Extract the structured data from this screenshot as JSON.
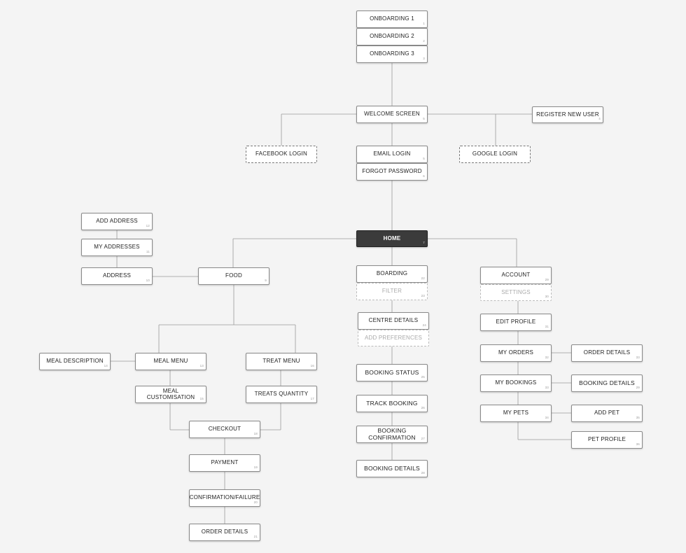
{
  "colors": {
    "background": "#f4f4f4",
    "node_fill": "#ffffff",
    "home_fill": "#3b3b3b",
    "connector": "#9a9a9a"
  },
  "nodes": [
    {
      "id": "onboarding-1",
      "label": "ONBOARDING 1",
      "num": "1"
    },
    {
      "id": "onboarding-2",
      "label": "ONBOARDING 2",
      "num": "2"
    },
    {
      "id": "onboarding-3",
      "label": "ONBOARDING 3",
      "num": "3"
    },
    {
      "id": "welcome-screen",
      "label": "WELCOME SCREEN",
      "num": "5"
    },
    {
      "id": "register-new-user",
      "label": "REGISTER NEW USER",
      "num": "4"
    },
    {
      "id": "facebook-login",
      "label": "FACEBOOK LOGIN",
      "num": ""
    },
    {
      "id": "email-login",
      "label": "EMAIL LOGIN",
      "num": "5"
    },
    {
      "id": "forgot-password",
      "label": "FORGOT PASSWORD",
      "num": "6"
    },
    {
      "id": "google-login",
      "label": "GOOGLE LOGIN",
      "num": ""
    },
    {
      "id": "home",
      "label": "HOME",
      "num": "7"
    },
    {
      "id": "add-address",
      "label": "ADD  ADDRESS",
      "num": "12"
    },
    {
      "id": "my-addresses",
      "label": "MY ADDRESSES",
      "num": "11"
    },
    {
      "id": "address",
      "label": "ADDRESS",
      "num": "10"
    },
    {
      "id": "food",
      "label": "FOOD",
      "num": "9"
    },
    {
      "id": "boarding",
      "label": "BOARDING",
      "num": "22"
    },
    {
      "id": "filter",
      "label": "FILTER",
      "num": "23"
    },
    {
      "id": "account",
      "label": "ACCOUNT",
      "num": "29"
    },
    {
      "id": "settings",
      "label": "SETTINGS",
      "num": "30"
    },
    {
      "id": "centre-details",
      "label": "CENTRE DETAILS",
      "num": "24"
    },
    {
      "id": "add-preferences",
      "label": "ADD PREFERENCES",
      "num": ""
    },
    {
      "id": "edit-profile",
      "label": "EDIT PROFILE",
      "num": "31"
    },
    {
      "id": "meal-description",
      "label": "MEAL DESCRIPTION",
      "num": "14"
    },
    {
      "id": "meal-menu",
      "label": "MEAL MENU",
      "num": "13"
    },
    {
      "id": "treat-menu",
      "label": "TREAT MENU",
      "num": "16"
    },
    {
      "id": "my-orders",
      "label": "MY ORDERS",
      "num": "32"
    },
    {
      "id": "order-details-account",
      "label": "ORDER DETAILS",
      "num": "33"
    },
    {
      "id": "booking-status",
      "label": "BOOKING STATUS",
      "num": "25"
    },
    {
      "id": "my-bookings",
      "label": "MY BOOKINGS",
      "num": "33"
    },
    {
      "id": "booking-details-account",
      "label": "BOOKING DETAILS",
      "num": "29"
    },
    {
      "id": "meal-customisation",
      "label": "MEAL CUSTOMISATION",
      "num": "15"
    },
    {
      "id": "treats-quantity",
      "label": "TREATS QUANTITY",
      "num": "17"
    },
    {
      "id": "track-booking",
      "label": "TRACK BOOKING",
      "num": "26"
    },
    {
      "id": "my-pets",
      "label": "MY PETS",
      "num": "34"
    },
    {
      "id": "add-pet",
      "label": "ADD PET",
      "num": "35"
    },
    {
      "id": "checkout",
      "label": "CHECKOUT",
      "num": "18"
    },
    {
      "id": "booking-confirmation",
      "label": "BOOKING CONFIRMATION",
      "num": "27"
    },
    {
      "id": "pet-profile",
      "label": "PET PROFILE",
      "num": "36"
    },
    {
      "id": "payment",
      "label": "PAYMENT",
      "num": "19"
    },
    {
      "id": "booking-details",
      "label": "BOOKING DETAILS",
      "num": "28"
    },
    {
      "id": "confirmation-failure",
      "label": "CONFIRMATION/FAILURE",
      "num": "20"
    },
    {
      "id": "order-details",
      "label": "ORDER DETAILS",
      "num": "21"
    }
  ]
}
